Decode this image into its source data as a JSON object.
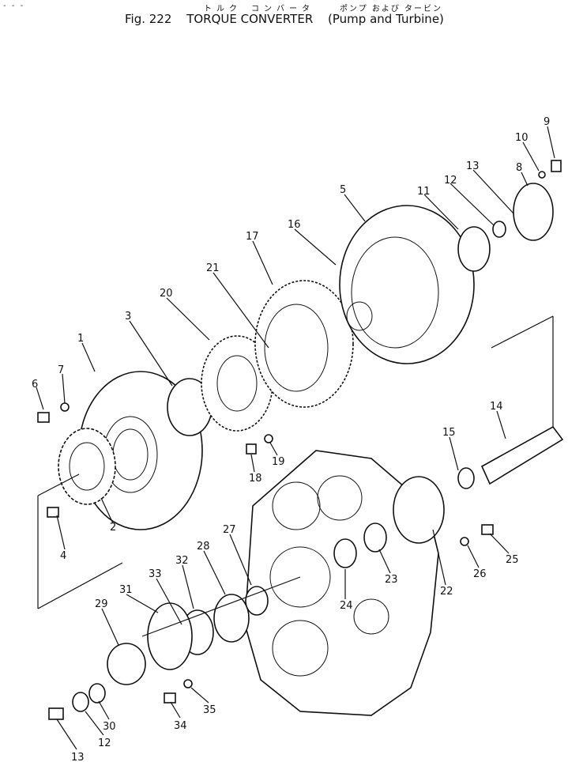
{
  "header": {
    "corner_mark": "- - -",
    "kana_left": "トルク",
    "kana_mid": "コンバータ",
    "kana_right": "ポンプ および タービン",
    "fig_label": "Fig. 222",
    "title": "TORQUE CONVERTER",
    "subtitle": "(Pump and Turbine)"
  },
  "callouts": [
    "1",
    "2",
    "3",
    "4",
    "5",
    "6",
    "7",
    "8",
    "9",
    "10",
    "11",
    "12",
    "13",
    "14",
    "15",
    "16",
    "17",
    "18",
    "19",
    "20",
    "21",
    "22",
    "23",
    "24",
    "25",
    "26",
    "27",
    "28",
    "29",
    "30",
    "31",
    "32",
    "33",
    "34",
    "35",
    "12",
    "13"
  ]
}
